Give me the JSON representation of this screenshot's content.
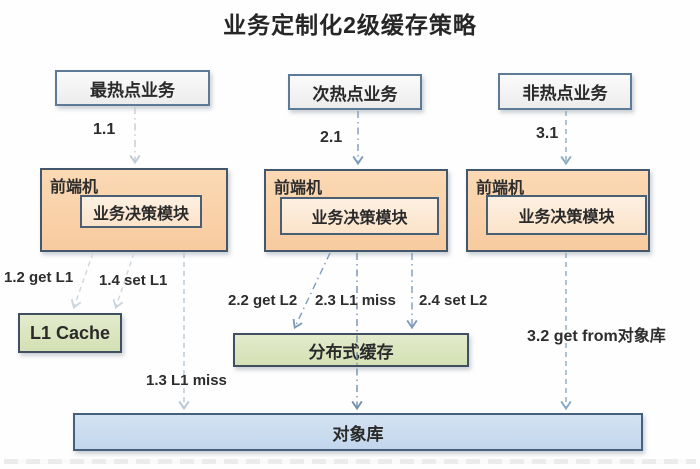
{
  "title": "业务定制化2级缓存策略",
  "nodes": {
    "hottest": "最热点业务",
    "warm": "次热点业务",
    "cold": "非热点业务",
    "frontend": "前端机",
    "decision": "业务决策模块",
    "l1_cache": "L1 Cache",
    "l2_cache": "分布式缓存",
    "object_store": "对象库"
  },
  "edge_labels": {
    "e11": "1.1",
    "e21": "2.1",
    "e31": "3.1",
    "e12": "1.2 get L1",
    "e14": "1.4 set L1",
    "e13": "1.3 L1 miss",
    "e22": "2.2 get L2",
    "e23": "2.3 L1 miss",
    "e24": "2.4 set L2",
    "e32": "3.2 get from对象库"
  },
  "colors": {
    "top_box_fill": "#f0f0f0",
    "top_box_border": "#5d7b97",
    "frontend_fill": "#f9cfa4",
    "frontend_border": "#44586c",
    "decision_fill": "#fdead3",
    "cache_fill": "#d9e3bf",
    "store_fill": "#c6d9ee",
    "store_border": "#44607c",
    "arrow_light": "#c2ccd4",
    "arrow_slate": "#7e9cbe",
    "text": "#2a2a2a"
  }
}
